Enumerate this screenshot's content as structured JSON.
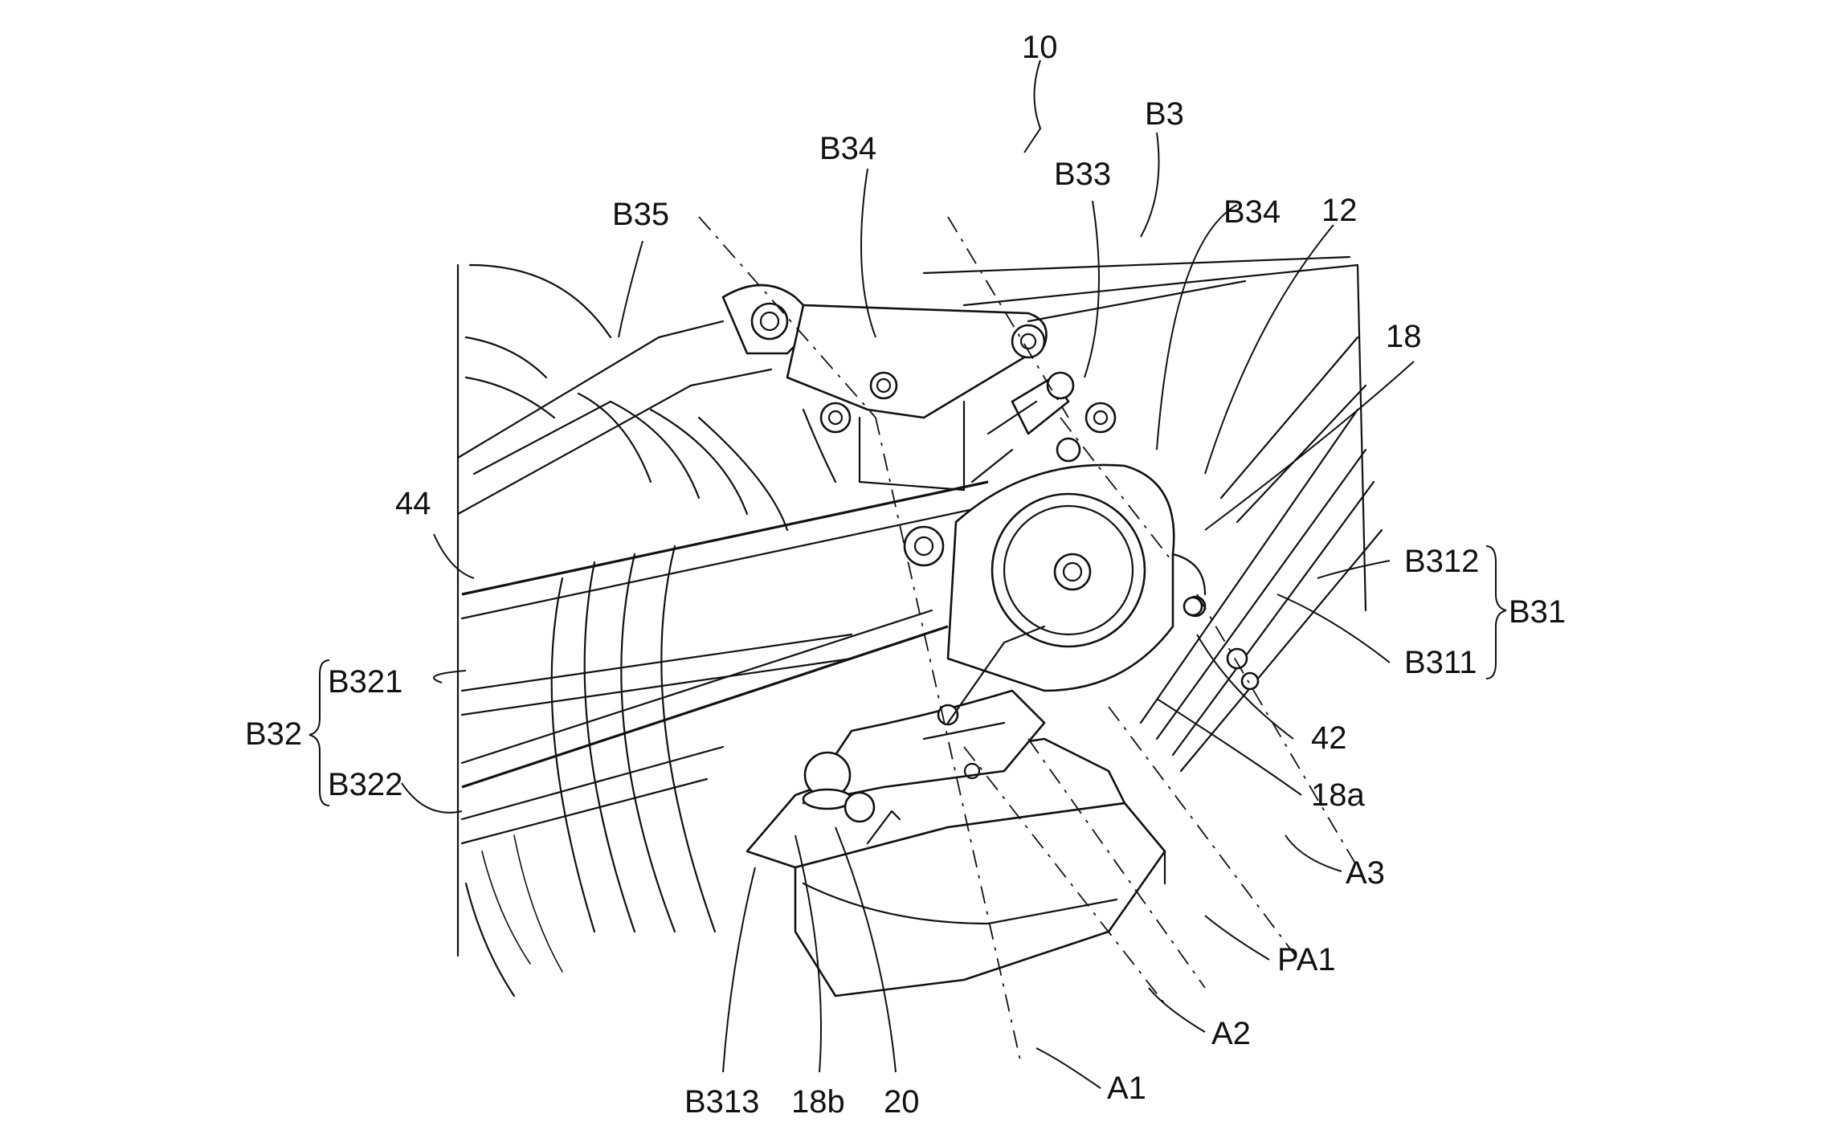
{
  "labels": {
    "fig": "10",
    "b3": "B3",
    "b34_top": "B34",
    "b33": "B33",
    "b34_right": "B34",
    "n12": "12",
    "b35": "B35",
    "n18": "18",
    "n44": "44",
    "b312": "B312",
    "b31": "B31",
    "b311": "B311",
    "b321": "B321",
    "b32": "B32",
    "b322": "B322",
    "n42": "42",
    "n18a": "18a",
    "a3": "A3",
    "pa1": "PA1",
    "a2": "A2",
    "a1": "A1",
    "b313": "B313",
    "n18b": "18b",
    "n20": "20"
  }
}
